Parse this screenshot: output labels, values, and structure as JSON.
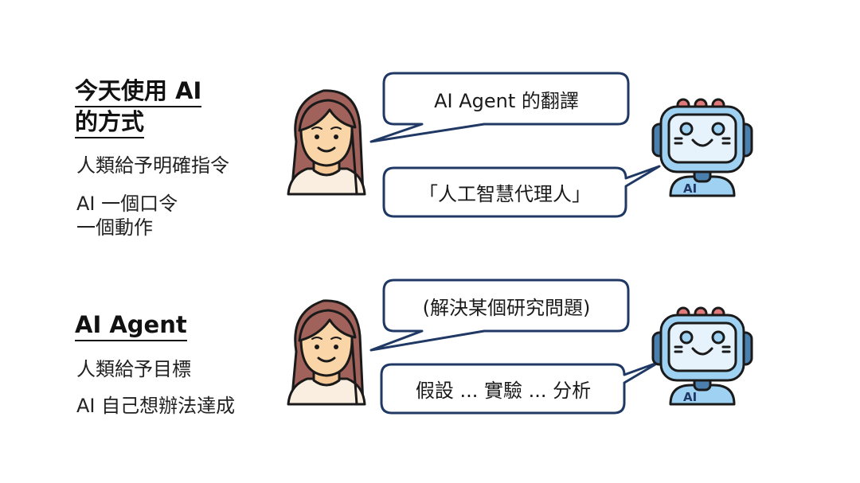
{
  "section1": {
    "heading_line1": "今天使用 AI",
    "heading_line2": "的方式",
    "point1": "人類給予明確指令",
    "point2_line1": "AI 一個口令",
    "point2_line2": "一個動作",
    "bubble_human": "AI Agent 的翻譯",
    "bubble_robot": "「人工智慧代理人」"
  },
  "section2": {
    "heading": "AI Agent",
    "point1": "人類給予目標",
    "point2": "AI 自己想辦法達成",
    "bubble_human": "(解決某個研究問題)",
    "bubble_robot": "假設 ... 實驗 ... 分析"
  },
  "icons": {
    "human": "woman-avatar-icon",
    "robot": "robot-avatar-icon",
    "robot_badge": "AI"
  },
  "colors": {
    "bubble_border": "#1f3864",
    "hair": "#a0625a",
    "skin": "#f9d5a8",
    "robot_blue": "#9fd1f2",
    "robot_dark": "#4a7fae",
    "robot_antenna": "#e07a7a"
  }
}
